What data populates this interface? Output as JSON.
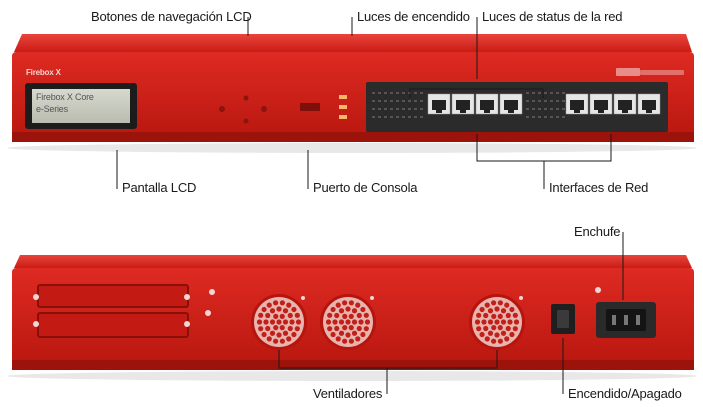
{
  "front_labels": {
    "lcd_nav_buttons": "Botones de navegación LCD",
    "power_lights": "Luces de encendido",
    "network_status_lights": "Luces de status de la red",
    "lcd_screen": "Pantalla LCD",
    "console_port": "Puerto de Consola",
    "network_interfaces": "Interfaces de Red"
  },
  "rear_labels": {
    "power_plug": "Enchufe",
    "fans": "Ventiladores",
    "power_switch": "Encendido/Apagado"
  },
  "device": {
    "brand_text": "Firebox X",
    "lcd_line1": "Firebox X Core",
    "lcd_line2": "e-Series"
  },
  "colors": {
    "chassis_red": "#d8231e",
    "chassis_dark": "#a8160f",
    "panel_dark": "#2a2a2a",
    "callout_line": "#1a1a1a"
  },
  "icons": {
    "fan": "fan-grille-icon",
    "power": "power-inlet-icon",
    "switch": "rocker-switch-icon",
    "ethernet": "ethernet-port-icon"
  }
}
